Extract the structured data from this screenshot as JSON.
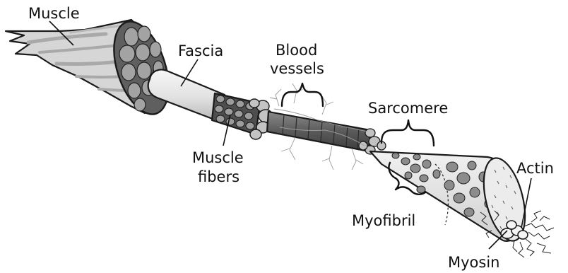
{
  "labels": {
    "muscle": "Muscle",
    "fascia": "Fascia",
    "blood_line1": "Blood",
    "blood_line2": "vessels",
    "sarcomere": "Sarcomere",
    "muscle_fibers_line1": "Muscle",
    "muscle_fibers_line2": "fibers",
    "myofibril": "Myofibril",
    "actin": "Actin",
    "myosin": "Myosin"
  },
  "colors": {
    "stroke": "#1a1a1a",
    "muscle_fill": "#d6d6d6",
    "muscle_streak": "#a9a9a9",
    "cross_section": "#5f5f5f",
    "bundle_fill": "#a3a3a3",
    "fascia_fill": "#ececec",
    "fiber_dark": "#4a4a4a",
    "fiber_light": "#9c9c9c",
    "myofibril_fill": "#e6e6e6",
    "myofibril_spots": "#8c8c8c",
    "vessel": "#9a9a9a"
  }
}
